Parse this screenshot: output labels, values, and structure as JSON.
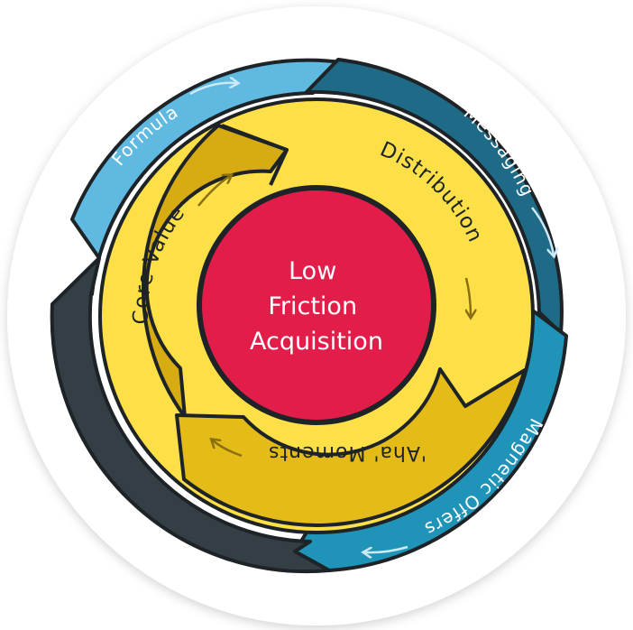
{
  "center": {
    "lines": [
      "Low",
      "Friction",
      "Acquisition"
    ],
    "color": "#e31d4a"
  },
  "outer_ring": {
    "segments": [
      {
        "label": "Formula",
        "color": "#5fb9e0"
      },
      {
        "label": "Messaging",
        "color": "#1f6b87"
      },
      {
        "label": "Magnetic Offers",
        "color": "#1f94b8"
      },
      {
        "label": "",
        "color": "#343f45"
      }
    ]
  },
  "inner_ring": {
    "segments": [
      {
        "label": "Core Value",
        "color": "#d7ac12"
      },
      {
        "label": "Distribution",
        "color": "#fde047"
      },
      {
        "label": "'Aha' Moments",
        "color": "#e5bb18"
      }
    ]
  },
  "colors": {
    "outline": "#1d2326",
    "arrow_light": "#cde9f5",
    "arrow_dark": "#8a6f10"
  }
}
